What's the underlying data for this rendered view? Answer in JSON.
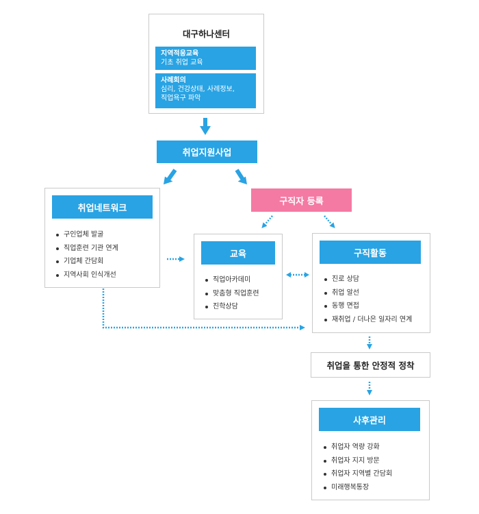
{
  "center": {
    "title": "대구하나센터",
    "sub1": {
      "title": "지역적응교육",
      "body": "기초 취업 교육"
    },
    "sub2": {
      "title": "사례회의",
      "body": "심리, 건강상태, 사례정보,\n직업욕구 파악"
    }
  },
  "support_program": "취업지원사업",
  "network": {
    "title": "취업네트워크",
    "items": [
      "구인업체 발굴",
      "직업훈련 기관 연계",
      "기업체 간담회",
      "지역사회 인식개선"
    ]
  },
  "registration": "구직자 등록",
  "education": {
    "title": "교육",
    "items": [
      "직업아카데미",
      "맞춤형 직업훈련",
      "진학상담"
    ]
  },
  "job_search": {
    "title": "구직활동",
    "items": [
      "진로 상담",
      "취업 알선",
      "동행 면접",
      "재취업 / 더나은 일자리 연계"
    ]
  },
  "settlement": "취업을 통한 안정적 정착",
  "followup": {
    "title": "사후관리",
    "items": [
      "취업자 역량 강화",
      "취업자 지지 방문",
      "취업자 지역별 간담회",
      "미래행복통장"
    ]
  },
  "colors": {
    "blue": "#29a3e3",
    "pink": "#f47aa3",
    "border": "#c9c9c9"
  }
}
